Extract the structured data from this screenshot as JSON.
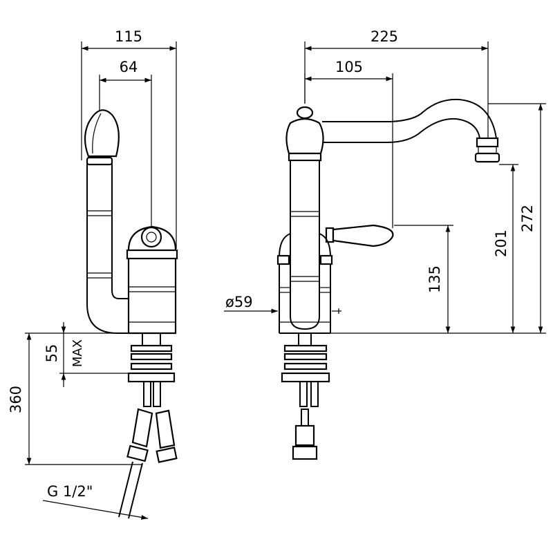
{
  "dimensions": {
    "side_total_width": "115",
    "side_axis_offset": "64",
    "front_spout_reach": "225",
    "front_axis_to_handle": "105",
    "base_diameter": "ø59",
    "handle_height": "135",
    "spout_outlet_height": "201",
    "total_height": "272",
    "max_deck_thickness": "55",
    "max_label": "MAX",
    "hose_length": "360",
    "connection_thread": "G 1/2\""
  }
}
